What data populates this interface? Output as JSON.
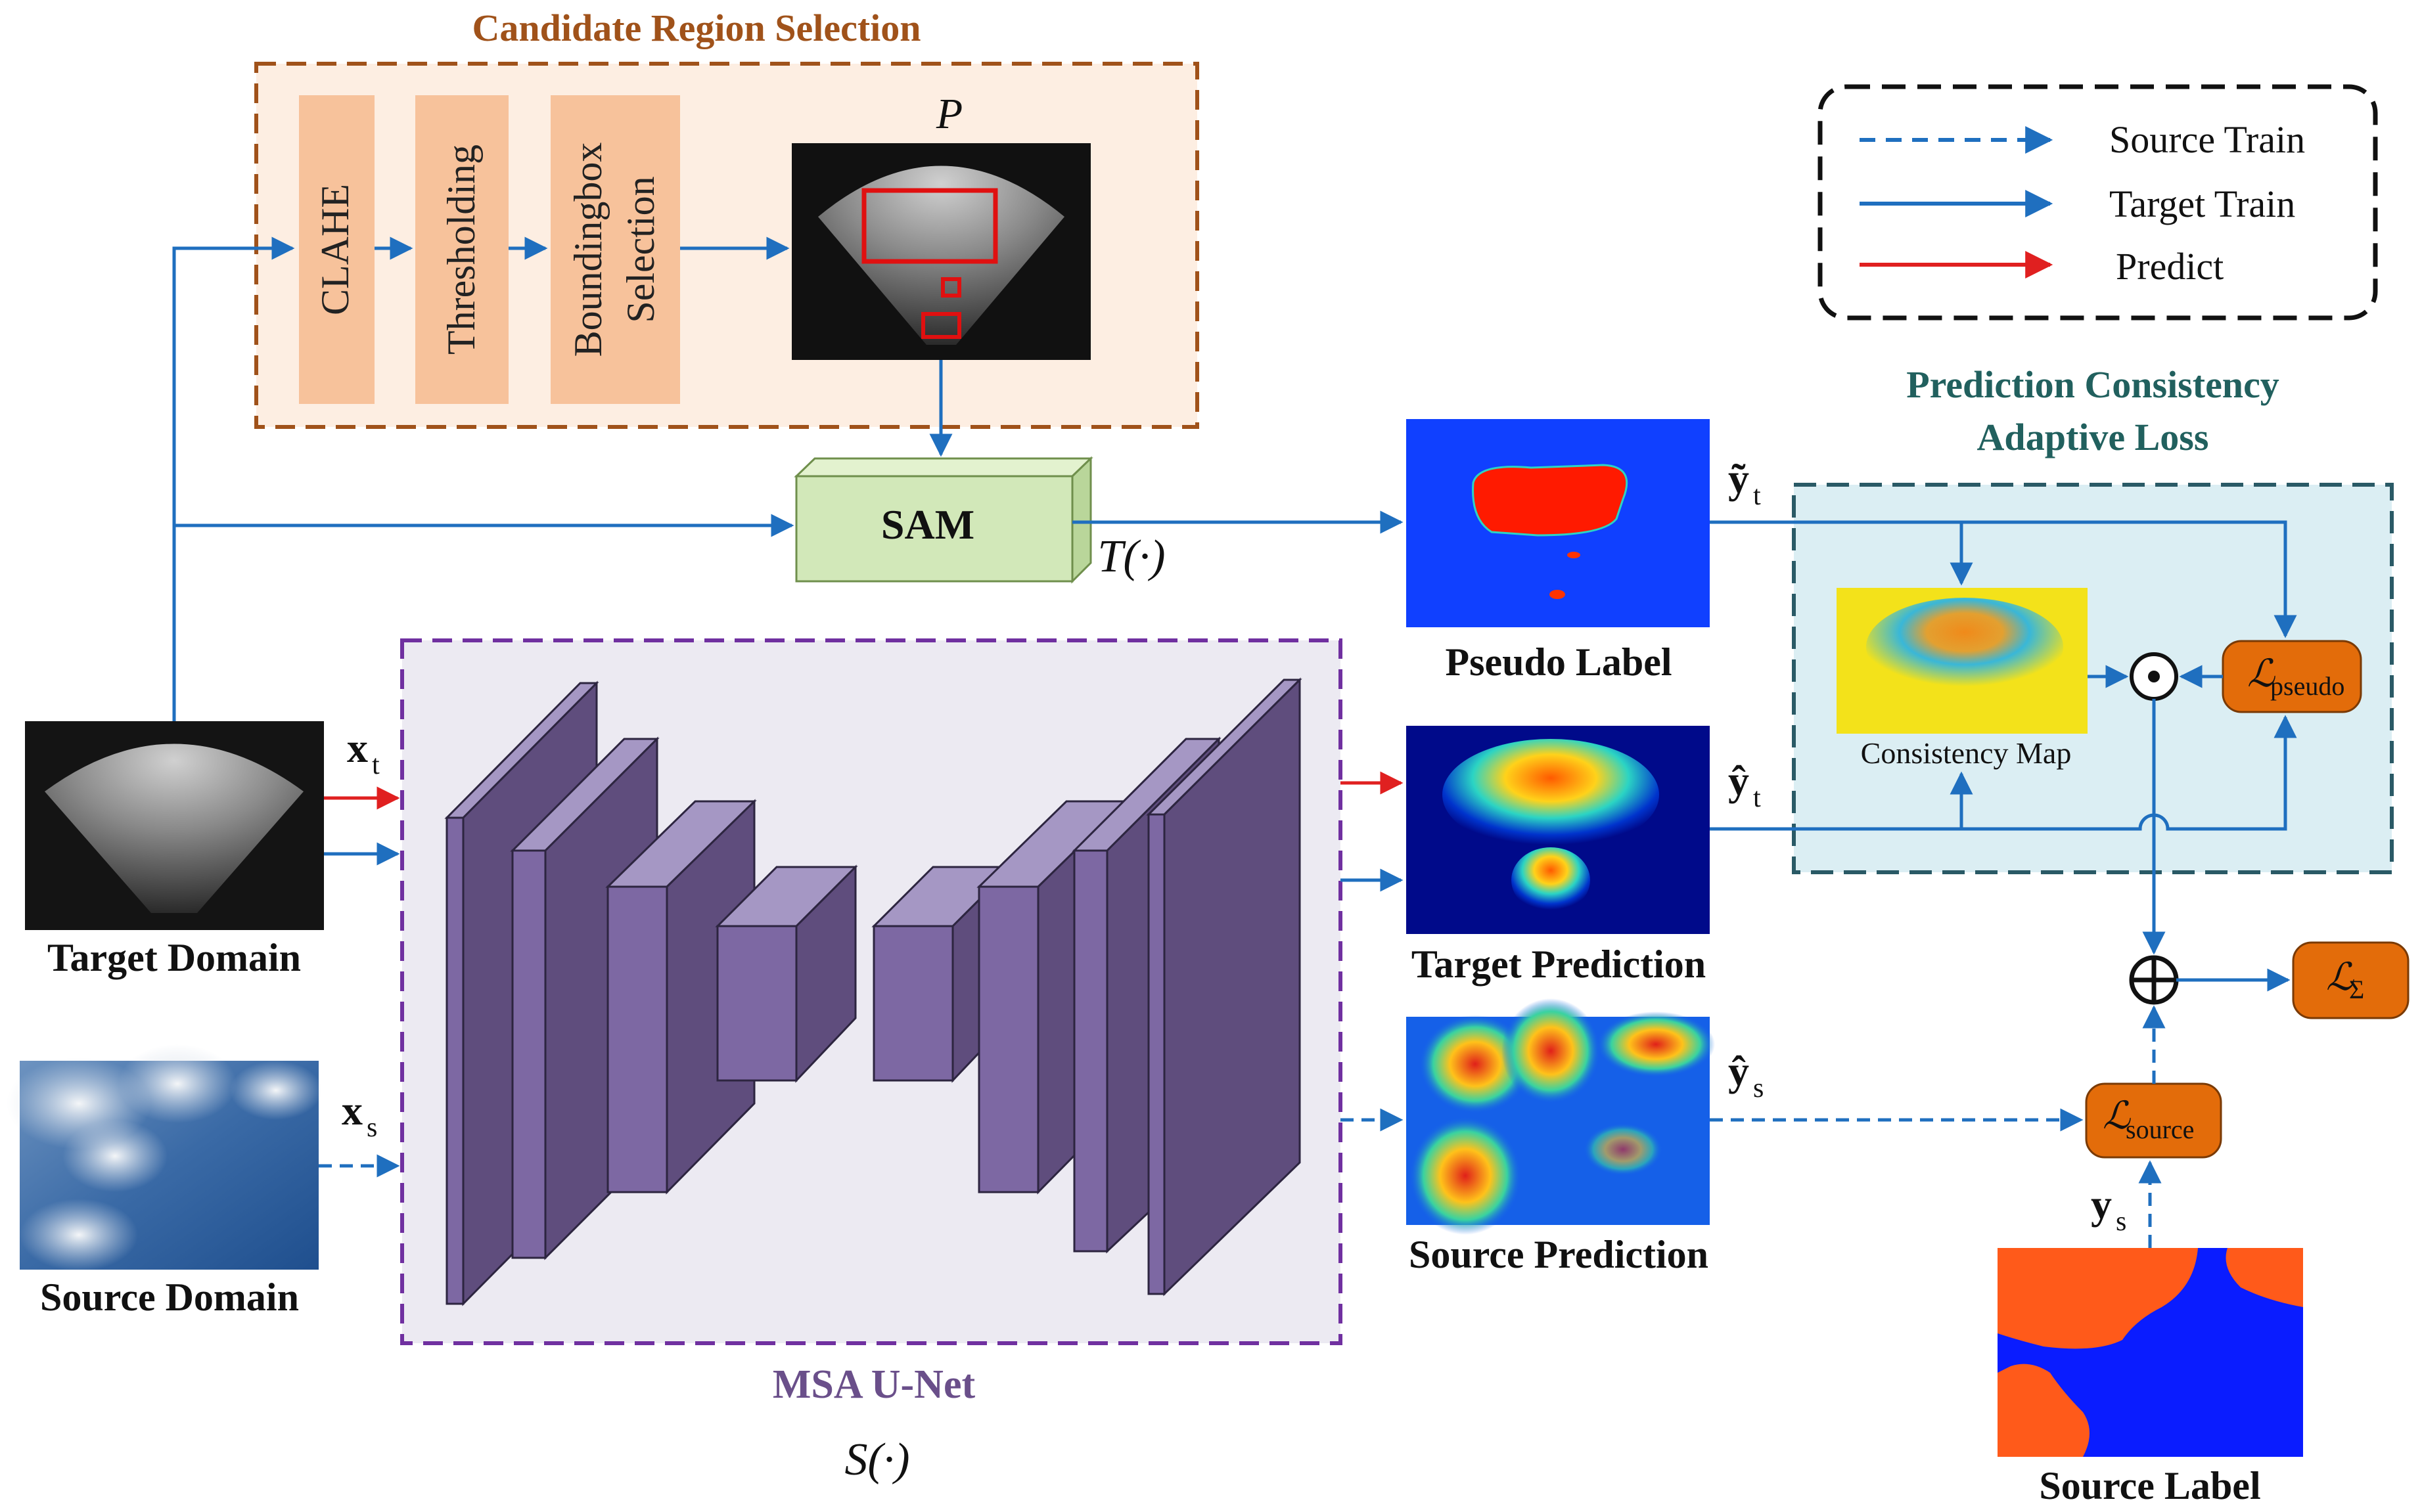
{
  "colors": {
    "orange_title": "#a0521a",
    "purple_title": "#6a4f8a",
    "teal_title": "#21605e",
    "blue_arrow": "#1f6fbf",
    "red_arrow": "#e02020",
    "loss_box": "#e36c0a"
  },
  "candidate_region": {
    "title": "Candidate Region Selection",
    "steps": [
      "CLAHE",
      "Thresholding",
      "Boundingbox",
      "Selection"
    ],
    "image_label": "P"
  },
  "sam": {
    "label": "SAM",
    "func": "T(·)"
  },
  "target_domain": {
    "label": "Target Domain",
    "var": "x",
    "sub": "t"
  },
  "source_domain": {
    "label": "Source Domain",
    "var": "x",
    "sub": "s"
  },
  "unet": {
    "title": "MSA U-Net",
    "func": "S(·)"
  },
  "pseudo_label": {
    "label": "Pseudo Label",
    "var": "ỹ",
    "sub": "t"
  },
  "target_prediction": {
    "label": "Target Prediction",
    "var": "ŷ",
    "sub": "t"
  },
  "source_prediction": {
    "label": "Source Prediction",
    "var": "ŷ",
    "sub": "s"
  },
  "source_label": {
    "label": "Source Label",
    "var": "y",
    "sub": "s"
  },
  "consistency": {
    "title_line1": "Prediction Consistency",
    "title_line2": "Adaptive Loss",
    "map_label": "Consistency Map"
  },
  "losses": {
    "script": "ℒ",
    "pseudo_sub": "pseudo",
    "source_sub": "source",
    "total_sub": "Σ"
  },
  "operators": {
    "hadamard": "⊙",
    "sum": "⊕"
  },
  "legend": {
    "source_train": "Source Train",
    "target_train": "Target Train",
    "predict": "Predict"
  }
}
